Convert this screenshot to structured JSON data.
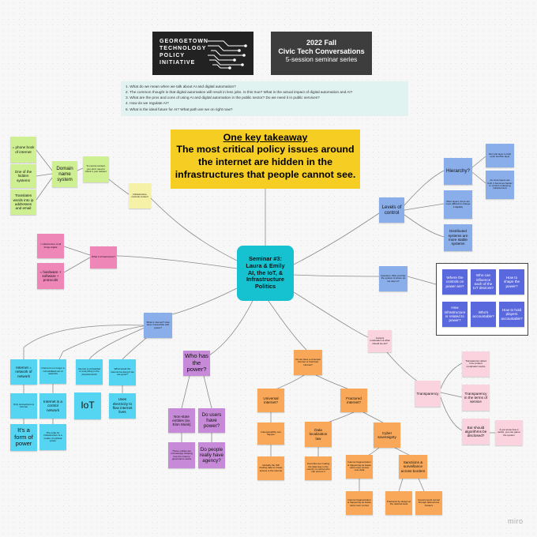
{
  "logo": {
    "lines": [
      "GEORGETOWN",
      "TECHNOLOGY",
      "POLICY",
      "INITIATIVE"
    ]
  },
  "series": {
    "title_line1": "2022 Fall",
    "title_line2": "Civic Tech Conversations",
    "subtitle": "5-session seminar series"
  },
  "questions": [
    "1. What do we mean when we talk about AI and digital automation?",
    "2. The common thought is that digital automation will result in less jobs. Is this true? What is the actual impact of digital automation and AI?",
    "3. What are the pros and cons of using AI and digital automation in the public sector? Do we need it in public services?",
    "4. How do we regulate AI?",
    "5. What is the ideal future for AI? What path are we on right now?"
  ],
  "takeaway": {
    "heading": "One key takeaway",
    "line1": "The most critical policy issues around",
    "line2": "the internet are hidden in the",
    "line3": "infrastructures that people cannot see."
  },
  "hub": {
    "line1": "Seminar #3:",
    "line2": "Laura & Emily",
    "line3": "AI, the IoT, &",
    "line4": "Infrastructure",
    "line5": "Politics"
  },
  "watermark": "miro",
  "notes": [
    {
      "id": "infra-controls",
      "text": "Infrastructure controls content"
    },
    {
      "id": "to-control",
      "text": "To control content, you don't need to block it, just redirect"
    },
    {
      "id": "dns",
      "text": "Domain name system"
    },
    {
      "id": "phone-book",
      "text": "= phone book of internet"
    },
    {
      "id": "hidden-systems",
      "text": "One of the hidden systems"
    },
    {
      "id": "translates",
      "text": "Translates words into ip addresses and email"
    },
    {
      "id": "whats-infra",
      "text": "What is infrastructure?"
    },
    {
      "id": "substructure",
      "text": "= substructure of all things digital"
    },
    {
      "id": "hw-sw",
      "text": "= hardware + software + protocols"
    },
    {
      "id": "levels",
      "text": "Levels of control"
    },
    {
      "id": "hierarchy",
      "text": "Hierarchy?"
    },
    {
      "id": "rec-pile",
      "text": "Rec pile layer is built upon another layer"
    },
    {
      "id": "more-layers",
      "text": "As more layers are built, it becomes harder to control underlying infrastructure"
    },
    {
      "id": "more-layers-2",
      "text": "More layers, there are more difficult to change it digitally"
    },
    {
      "id": "distributed",
      "text": "Distributed systems are more stable systems"
    },
    {
      "id": "fight-control",
      "text": "Question: Who controls the system & where do we step in?"
    },
    {
      "id": "grid-1",
      "text": "Where the controls on power are?"
    },
    {
      "id": "grid-2",
      "text": "Who can influence each of the IoT devices?"
    },
    {
      "id": "grid-3",
      "text": "How to shape the power?"
    },
    {
      "id": "grid-4",
      "text": "How infrastructure is related to power?"
    },
    {
      "id": "grid-5",
      "text": "Who's accountable?"
    },
    {
      "id": "grid-6",
      "text": "How to hold players accountable?"
    },
    {
      "id": "internet-things",
      "text": "What is internet? How does it associate with power?"
    },
    {
      "id": "network",
      "text": "Internet = network of network"
    },
    {
      "id": "iot-linked",
      "text": "Internet is no longer a consolidated set of networks"
    },
    {
      "id": "ex-embedded",
      "text": "Internet is embedded in everything in the physical world"
    },
    {
      "id": "what-internet",
      "text": "What would the internet be doing if we are gone?"
    },
    {
      "id": "no-conn",
      "text": "Only connections to internet"
    },
    {
      "id": "control-network",
      "text": "Internet is a control network"
    },
    {
      "id": "iot",
      "text": "IoT"
    },
    {
      "id": "uses-electricity",
      "text": "Uses electricity to flow internet lives"
    },
    {
      "id": "form-power",
      "text": "It's a form of power"
    },
    {
      "id": "code-infra",
      "text": "The code for infrastructure is a matter of political power"
    },
    {
      "id": "who-power",
      "text": "Who has the power?"
    },
    {
      "id": "non-state",
      "text": "Non-state entities (ex. Elon Musk)"
    },
    {
      "id": "users-power",
      "text": "Do users have power?"
    },
    {
      "id": "shaping",
      "text": "These entities are increasingly shaping how the internet governance works"
    },
    {
      "id": "agency",
      "text": "Do people really have agency?"
    },
    {
      "id": "universal-q",
      "text": "Do we have a universal internet or fractured internet?"
    },
    {
      "id": "universal",
      "text": "Universal internet?"
    },
    {
      "id": "interop",
      "text": "Interoperability can happen"
    },
    {
      "id": "universal-note",
      "text": "Globally the ISP binding data to create access to the internet"
    },
    {
      "id": "fractured",
      "text": "Fractured internet?"
    },
    {
      "id": "data-law",
      "text": "Data localization law"
    },
    {
      "id": "data-note",
      "text": "Countries are making the data stay in the country to control who can access it"
    },
    {
      "id": "cyber",
      "text": "Cyber sovereignty"
    },
    {
      "id": "cyber-note",
      "text": "Internet fragmentation is happening as states want more control over data"
    },
    {
      "id": "sanctions",
      "text": "Sanctions & surveillance across borders"
    },
    {
      "id": "fragment-note",
      "text": "Internet fragmentation is happening as states want more control"
    },
    {
      "id": "fragment-note-2",
      "text": "Fractured by design at the national level"
    },
    {
      "id": "surveillance",
      "text": "Governments surveil through data across borders"
    },
    {
      "id": "content-mod",
      "text": "Content moderation & what should we do?"
    },
    {
      "id": "transparency",
      "text": "Transparency"
    },
    {
      "id": "trans-1",
      "text": "Transparency about how content moderation works"
    },
    {
      "id": "trans-2",
      "text": "Transparency in the terms of service"
    },
    {
      "id": "trans-3",
      "text": "But should algorithms be disclosed?"
    },
    {
      "id": "trans-4",
      "text": "If you know how it works, you can game the system"
    }
  ]
}
